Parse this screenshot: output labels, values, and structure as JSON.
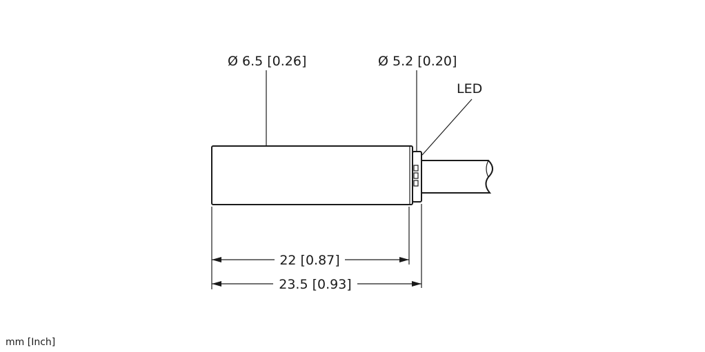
{
  "labels": {
    "diameter_body": "Ø 6.5 [0.26]",
    "diameter_cap": "Ø 5.2 [0.20]",
    "led": "LED",
    "length_body": "22 [0.87]",
    "length_total": "23.5 [0.93]",
    "units": "mm [Inch]"
  }
}
